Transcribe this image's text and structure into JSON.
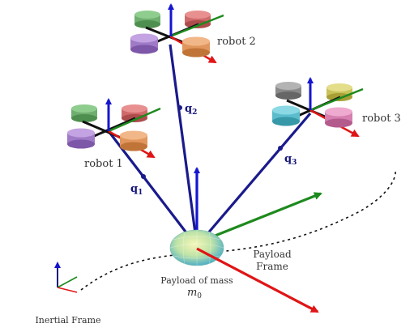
{
  "labels": {
    "robot1": "robot 1",
    "robot2": "robot 2",
    "robot3": "robot 3",
    "q1": "q",
    "q1_sub": "1",
    "q2": "q",
    "q2_sub": "2",
    "q3": "q",
    "q3_sub": "3",
    "payload_frame_1": "Payload",
    "payload_frame_2": "Frame",
    "payload_mass_1": "Payload of mass",
    "payload_mass_2": "m",
    "payload_mass_sub": "0",
    "inertial_frame": "Inertial Frame"
  },
  "colors": {
    "cable": "#1a1a8c",
    "axis_up": "#1515d0",
    "axis_x": "#e01515",
    "axis_y": "#1e8a1e",
    "trajectory": "#111111",
    "payload": "#b9e0b0"
  }
}
